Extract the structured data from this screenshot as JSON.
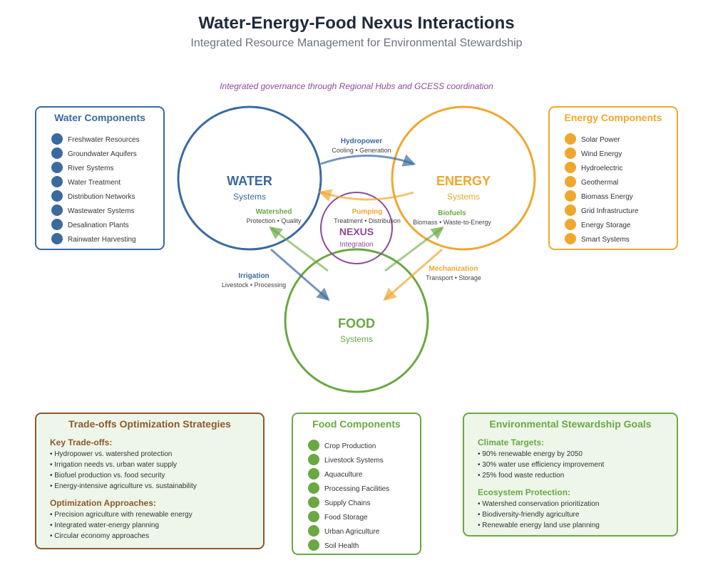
{
  "header": {
    "title": "Water-Energy-Food Nexus Interactions",
    "subtitle": "Integrated Resource Management for Environmental Stewardship",
    "governance_note": "Integrated governance through Regional Hubs and GCESS coordination"
  },
  "colors": {
    "water": "#3b6a9e",
    "energy": "#f0a72e",
    "food": "#6aa842",
    "nexus": "#8c4a9a",
    "tradeoffs": "#8a5a2b"
  },
  "circles": {
    "water": {
      "name": "WATER",
      "sub": "Systems"
    },
    "energy": {
      "name": "ENERGY",
      "sub": "Systems"
    },
    "food": {
      "name": "FOOD",
      "sub": "Systems"
    },
    "nexus": {
      "name": "NEXUS",
      "sub": "Integration"
    }
  },
  "links": {
    "hydropower": {
      "title": "Hydropower",
      "detail": "Cooling • Generation"
    },
    "pumping": {
      "title": "Pumping",
      "detail": "Treatment • Distribution"
    },
    "watershed": {
      "title": "Watershed",
      "detail": "Protection • Quality"
    },
    "biofuels": {
      "title": "Biofuels",
      "detail": "Biomass • Waste-to-Energy"
    },
    "irrigation": {
      "title": "Irrigation",
      "detail": "Livestock • Processing"
    },
    "mechanization": {
      "title": "Mechanization",
      "detail": "Transport • Storage"
    }
  },
  "water_panel": {
    "title": "Water Components",
    "items": [
      "Freshwater Resources",
      "Groundwater Aquifers",
      "River Systems",
      "Water Treatment",
      "Distribution Networks",
      "Wastewater Systems",
      "Desalination Plants",
      "Rainwater Harvesting"
    ]
  },
  "energy_panel": {
    "title": "Energy Components",
    "items": [
      "Solar Power",
      "Wind Energy",
      "Hydroelectric",
      "Geothermal",
      "Biomass Energy",
      "Grid Infrastructure",
      "Energy Storage",
      "Smart Systems"
    ]
  },
  "food_panel": {
    "title": "Food Components",
    "items": [
      "Crop Production",
      "Livestock Systems",
      "Aquaculture",
      "Processing Facilities",
      "Supply Chains",
      "Food Storage",
      "Urban Agriculture",
      "Soil Health"
    ]
  },
  "tradeoffs_panel": {
    "title": "Trade-offs Optimization Strategies",
    "key_heading": "Key Trade-offs:",
    "key_items": [
      "• Hydropower vs. watershed protection",
      "• Irrigation needs vs. urban water supply",
      "• Biofuel production vs. food security",
      "• Energy-intensive agriculture vs. sustainability"
    ],
    "approach_heading": "Optimization Approaches:",
    "approach_items": [
      "• Precision agriculture with renewable energy",
      "• Integrated water-energy planning",
      "• Circular economy approaches"
    ]
  },
  "goals_panel": {
    "title": "Environmental Stewardship Goals",
    "climate_heading": "Climate Targets:",
    "climate_items": [
      "• 90% renewable energy by 2050",
      "• 30% water use efficiency improvement",
      "• 25% food waste reduction"
    ],
    "eco_heading": "Ecosystem Protection:",
    "eco_items": [
      "• Watershed conservation prioritization",
      "• Biodiversity-friendly agriculture",
      "• Renewable energy land use planning"
    ]
  }
}
